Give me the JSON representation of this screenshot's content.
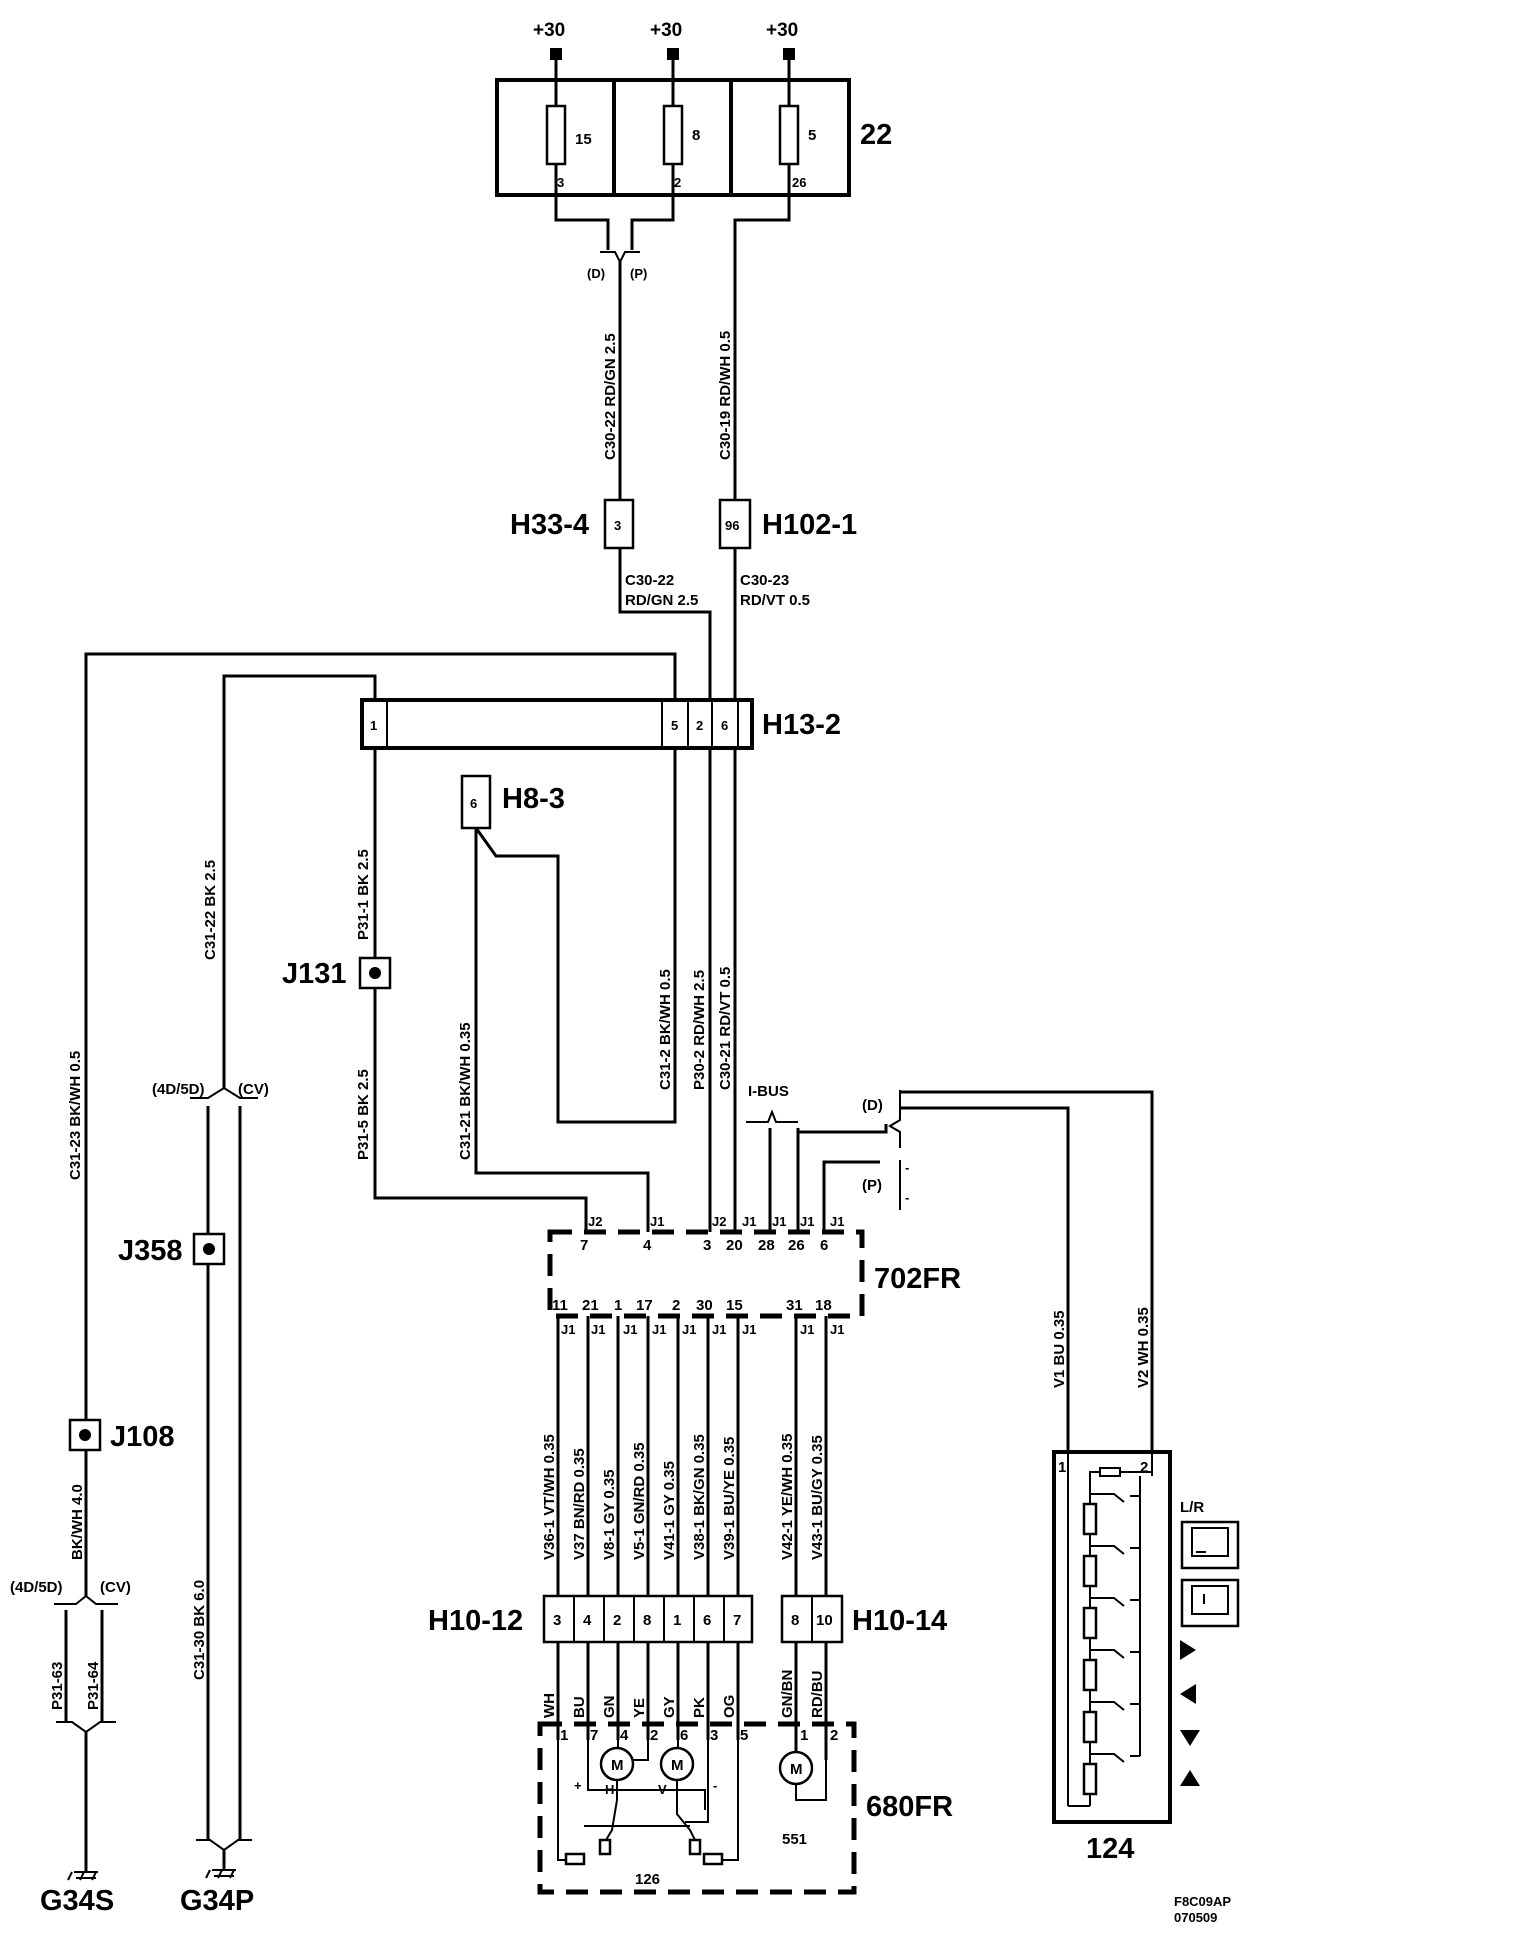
{
  "supply": {
    "plus30_a": "+30",
    "plus30_b": "+30",
    "plus30_c": "+30"
  },
  "fusebox": {
    "id": "22",
    "fuses": [
      {
        "num": "15",
        "pin": "3"
      },
      {
        "num": "8",
        "pin": "2"
      },
      {
        "num": "5",
        "pin": "26"
      }
    ],
    "variant_d": "(D)",
    "variant_p": "(P)"
  },
  "wires": {
    "c30_22_upper": "C30-22  RD/GN 2.5",
    "c30_19": "C30-19  RD/WH 0.5",
    "c30_22_lower_1": "C30-22",
    "c30_22_lower_2": "RD/GN 2.5",
    "c30_23_1": "C30-23",
    "c30_23_2": "RD/VT 0.5",
    "c31_22": "C31-22   BK  2.5",
    "c31_23": "C31-23  BK/WH   0.5",
    "p31_1": "P31-1   BK   2.5",
    "p31_5": "P31-5   BK   2.5",
    "c31_21": "C31-21 BK/WH 0.35",
    "c31_2": "C31-2  BK/WH 0.5",
    "p30_2": "P30-2   RD/WH 2.5",
    "c30_21": "C30-21  RD/VT  0.5",
    "ibus": "I-BUS",
    "bkwh40": "BK/WH  4.0",
    "c31_30": "C31-30  BK 6.0",
    "p31_63": "P31-63",
    "p31_64": "P31-64",
    "v1": "V1   BU   0.35",
    "v2": "V2   WH   0.35",
    "v36": "V36-1 VT/WH  0.35",
    "v37": "V37  BN/RD   0.35",
    "v8": "V8-1 GY 0.35",
    "v5": "V5-1 GN/RD 0.35",
    "v41": "V41-1 GY 0.35",
    "v38": "V38-1 BK/GN 0.35",
    "v39": "V39-1 BU/YE  0.35",
    "v42": "V42-1 YE/WH  0.35",
    "v43": "V43-1 BU/GY  0.35"
  },
  "connectors": {
    "h33_4": {
      "id": "H33-4",
      "pin": "3"
    },
    "h102_1": {
      "id": "H102-1",
      "pin": "96"
    },
    "h13_2": {
      "id": "H13-2",
      "pins": [
        "1",
        "5",
        "2",
        "6"
      ]
    },
    "h8_3": {
      "id": "H8-3",
      "pin": "6"
    },
    "h10_12": {
      "id": "H10-12",
      "pins": [
        "3",
        "4",
        "2",
        "8",
        "1",
        "6",
        "7"
      ]
    },
    "h10_14": {
      "id": "H10-14",
      "pins": [
        "8",
        "10"
      ]
    }
  },
  "junctions": {
    "j131": "J131",
    "j358": "J358",
    "j108": "J108"
  },
  "variants": {
    "d4d5d": "(4D/5D)",
    "cv": "(CV)",
    "d": "(D)",
    "p": "(P)"
  },
  "module_702": {
    "id": "702FR",
    "top_pins": [
      {
        "conn": "J2",
        "pin": "7"
      },
      {
        "conn": "J1",
        "pin": "4"
      },
      {
        "conn": "J2",
        "pin": "3"
      },
      {
        "conn": "J1",
        "pin": "20"
      },
      {
        "conn": "J1",
        "pin": "28"
      },
      {
        "conn": "J1",
        "pin": "26"
      },
      {
        "conn": "J1",
        "pin": "6"
      }
    ],
    "bottom_pins": [
      {
        "conn": "J1",
        "pin": "11"
      },
      {
        "conn": "J1",
        "pin": "21"
      },
      {
        "conn": "J1",
        "pin": "1"
      },
      {
        "conn": "J1",
        "pin": "17"
      },
      {
        "conn": "J1",
        "pin": "2"
      },
      {
        "conn": "J1",
        "pin": "30"
      },
      {
        "conn": "J1",
        "pin": "15"
      },
      {
        "conn": "J1",
        "pin": "31"
      },
      {
        "conn": "J1",
        "pin": "18"
      }
    ]
  },
  "mirror": {
    "id": "680FR",
    "colors": [
      "WH",
      "BU",
      "GN",
      "YE",
      "GY",
      "PK",
      "OG",
      "GN/BN",
      "RD/BU"
    ],
    "pins": [
      "1",
      "7",
      "4",
      "2",
      "6",
      "3",
      "5",
      "1",
      "2"
    ],
    "motor": "M",
    "h": "H",
    "v": "V",
    "plus": "+",
    "minus": "-",
    "sub1": "126",
    "sub2": "551"
  },
  "switch": {
    "id": "124",
    "pin1": "1",
    "pin2": "2",
    "lr": "L/R"
  },
  "grounds": {
    "g34s": "G34S",
    "g34p": "G34P"
  },
  "footer": {
    "code1": "F8C09AP",
    "code2": "070509"
  }
}
